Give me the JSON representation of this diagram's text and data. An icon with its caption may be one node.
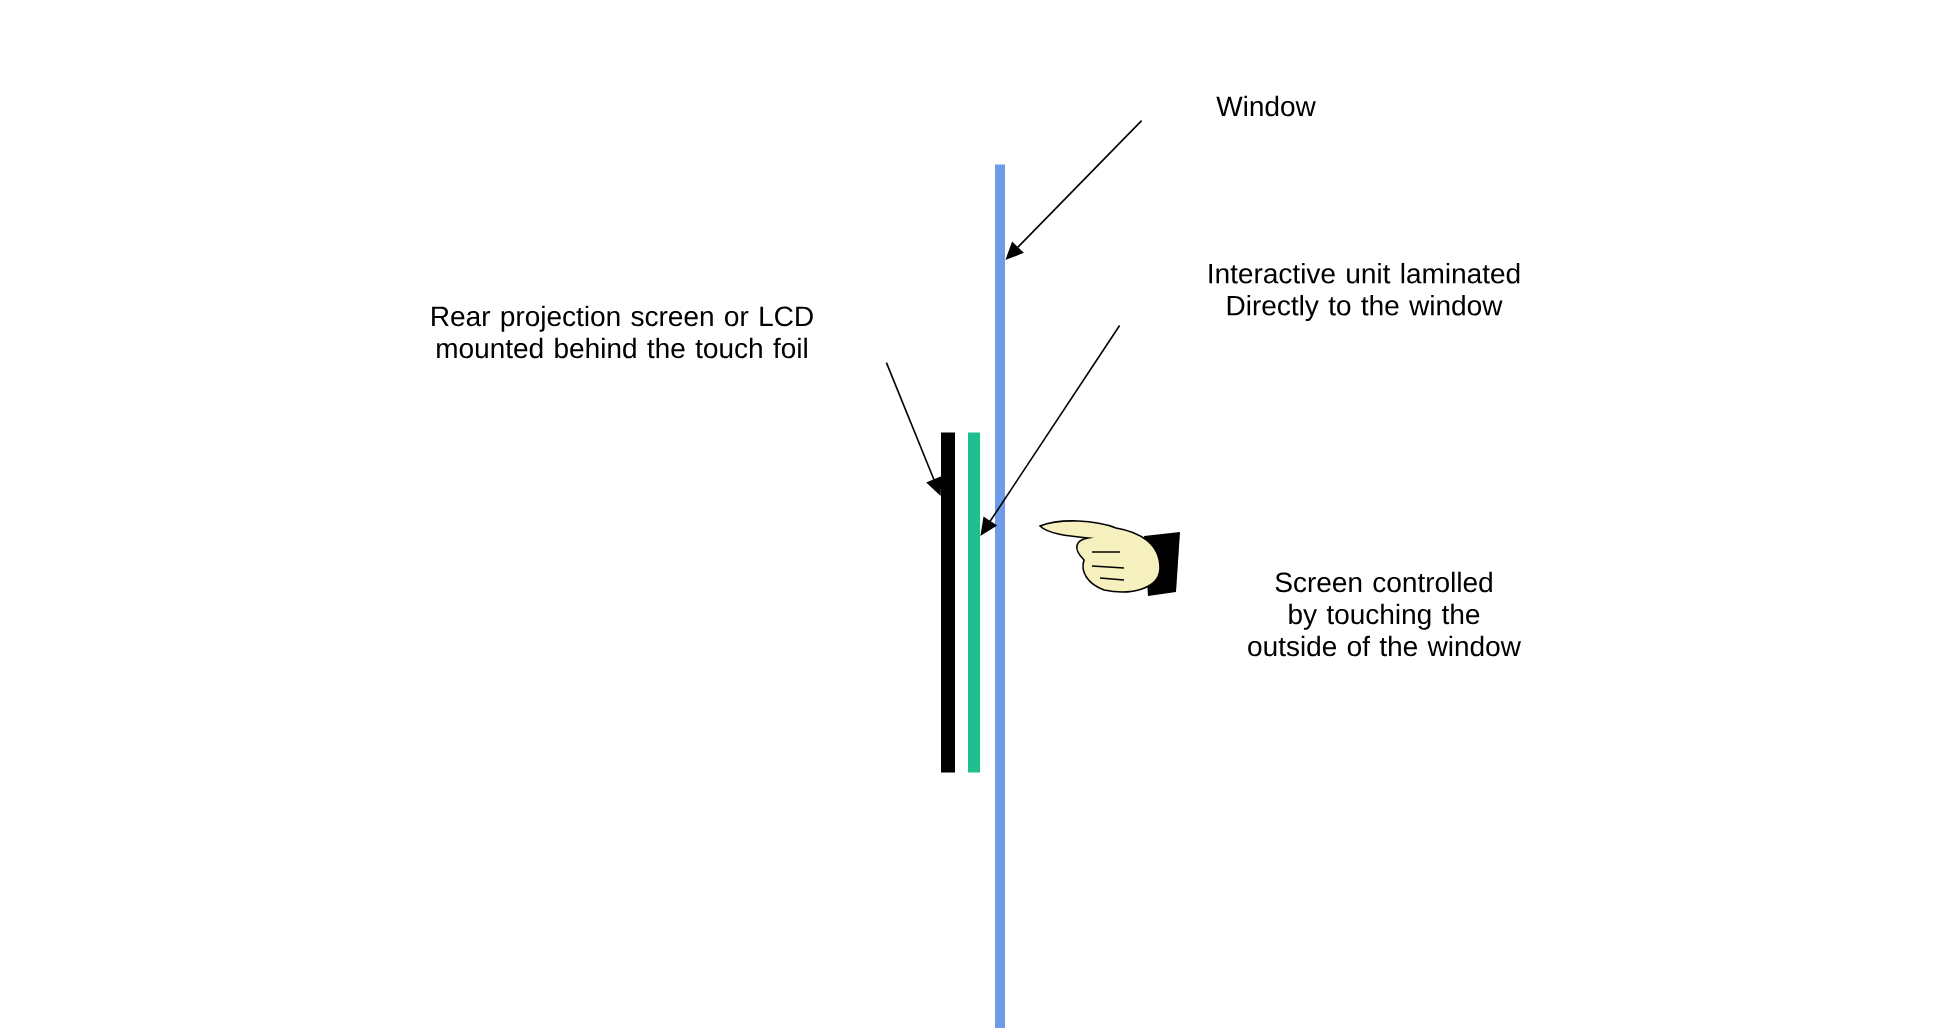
{
  "diagram": {
    "nodes": [
      {
        "text": [
          "Window"
        ]
      },
      {
        "text": [],
        "shape": "bar"
      },
      {
        "text": [
          "Interactive unit laminated Directly to the window"
        ]
      },
      {
        "text": [],
        "shape": "bar"
      },
      {
        "text": [
          "Rear projection screen or LCD mounted behind the touch foil"
        ]
      },
      {
        "text": [],
        "shape": "bar"
      }
    ],
    "edges": [
      {
        "from": 0,
        "to": 1,
        "arrow": "to"
      },
      {
        "from": 2,
        "to": 3,
        "arrow": "to"
      },
      {
        "from": 4,
        "to": 5,
        "arrow": "to"
      }
    ],
    "labels": [
      "Screen controlled by touching the outside of the window"
    ]
  }
}
